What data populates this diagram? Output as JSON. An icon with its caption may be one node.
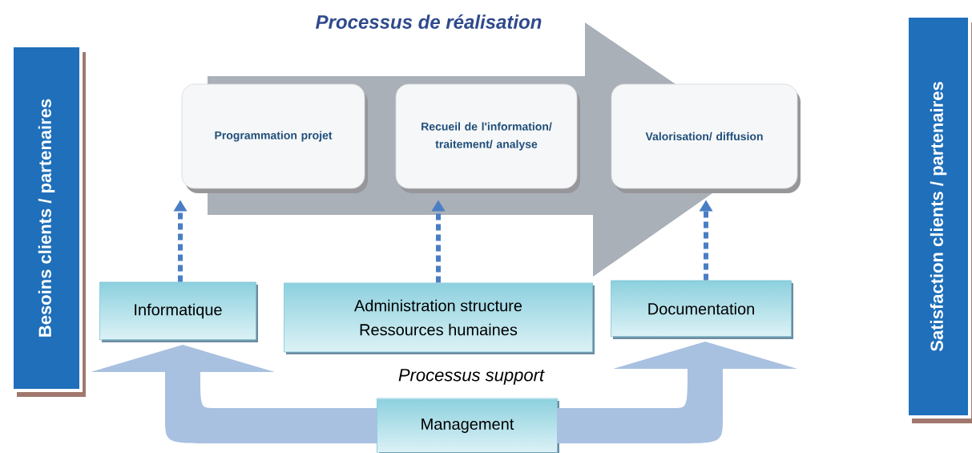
{
  "diagram": {
    "nodes": [
      {
        "text": [
          "Besoins clients / partenaires"
        ]
      },
      {
        "text": [
          "Programmation projet"
        ]
      },
      {
        "text": [
          "Recueil de l'information/ traitement/ analyse"
        ]
      },
      {
        "text": [
          "Valorisation/ diffusion"
        ]
      },
      {
        "text": [
          "Informatique"
        ]
      },
      {
        "text": [
          "Administration structure",
          "Ressources humaines"
        ]
      },
      {
        "text": [
          "Documentation"
        ]
      },
      {
        "text": [
          "Management"
        ]
      },
      {
        "text": [
          "Satisfaction clients / partenaires"
        ]
      }
    ],
    "edges": [
      {
        "from": 4,
        "to": 1,
        "arrow": "to",
        "style": "dashed"
      },
      {
        "from": 5,
        "to": 2,
        "arrow": "to",
        "style": "dashed"
      },
      {
        "from": 6,
        "to": 3,
        "arrow": "to",
        "style": "dashed"
      },
      {
        "from": 7,
        "to": 4,
        "arrow": "to",
        "style": "thick",
        "color": "#a9c1e0"
      },
      {
        "from": 7,
        "to": 6,
        "arrow": "to",
        "style": "thick",
        "color": "#a9c1e0"
      },
      {
        "from": 1,
        "to": 3,
        "arrow": "to",
        "style": "thick",
        "color": "#aab0b8"
      }
    ],
    "labels": [
      "Processus de réalisation",
      "Processus support"
    ]
  }
}
